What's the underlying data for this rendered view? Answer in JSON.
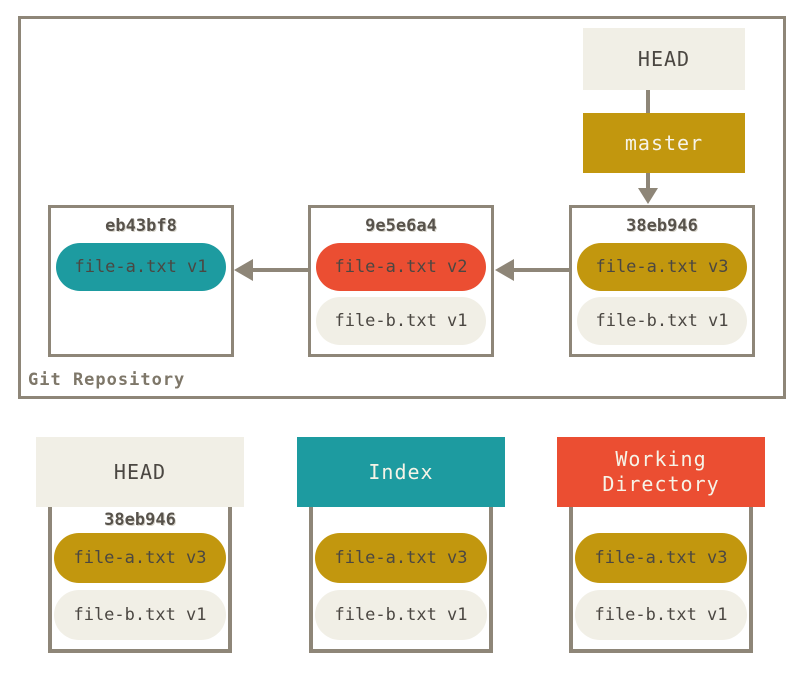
{
  "repo": {
    "label": "Git Repository",
    "head_label": "HEAD",
    "branch_label": "master",
    "commits": [
      {
        "hash": "eb43bf8",
        "files": [
          {
            "label": "file-a.txt v1",
            "color": "#1D9BA0"
          }
        ]
      },
      {
        "hash": "9e5e6a4",
        "files": [
          {
            "label": "file-a.txt v2",
            "color": "#EB4E32"
          },
          {
            "label": "file-b.txt v1",
            "color": "#F1EFE6"
          }
        ]
      },
      {
        "hash": "38eb946",
        "files": [
          {
            "label": "file-a.txt v3",
            "color": "#C2970E"
          },
          {
            "label": "file-b.txt v1",
            "color": "#F1EFE6"
          }
        ]
      }
    ]
  },
  "trees": [
    {
      "title": "HEAD",
      "hash": "38eb946",
      "files": [
        {
          "label": "file-a.txt v3",
          "color": "#C2970E"
        },
        {
          "label": "file-b.txt v1",
          "color": "#F1EFE6"
        }
      ]
    },
    {
      "title": "Index",
      "files": [
        {
          "label": "file-a.txt v3",
          "color": "#C2970E"
        },
        {
          "label": "file-b.txt v1",
          "color": "#F1EFE6"
        }
      ]
    },
    {
      "title": "Working Directory",
      "files": [
        {
          "label": "file-a.txt v3",
          "color": "#C2970E"
        },
        {
          "label": "file-b.txt v1",
          "color": "#F1EFE6"
        }
      ]
    }
  ],
  "colors": {
    "teal": "#1D9BA0",
    "red": "#EB4E32",
    "gold": "#C2970E",
    "cream": "#F1EFE6",
    "border_taupe": "#8E8678",
    "text_dark": "#4B4742",
    "text_light": "#F6F3E7",
    "background": "#FFFFFF"
  }
}
